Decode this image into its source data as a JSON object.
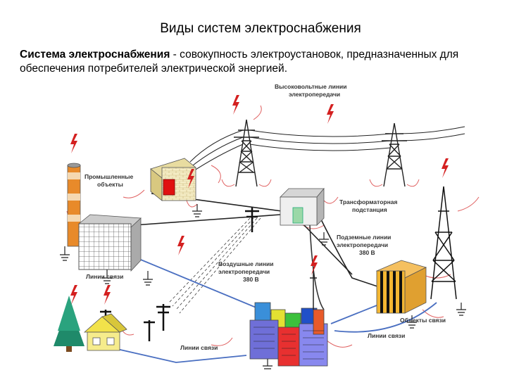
{
  "title": "Виды систем электроснабжения",
  "definition": {
    "term": "Система электроснабжения",
    "text": " - совокупность электроустановок, предназначенных для обеспечения потребителей электрической энергией."
  },
  "diagram": {
    "labels": {
      "hv_lines_1": "Высоковольтные линии",
      "hv_lines_2": "электропередачи",
      "industrial_1": "Промышленные",
      "industrial_2": "объекты",
      "substation_1": "Трансформаторная",
      "substation_2": "подстанция",
      "underground_1": "Подземные линии",
      "underground_2": "электропередачи",
      "underground_3": "380 В",
      "overhead_1": "Воздушные линии",
      "overhead_2": "электропередачи",
      "overhead_3": "380 В",
      "comm_lines_left": "Линии связи",
      "comm_objects": "Объекты связи",
      "comm_lines_right": "Линии связи",
      "comm_lines_bottom": "Линии связи"
    },
    "colors": {
      "line_dark": "#222222",
      "comm_line_blue": "#4a6fc1",
      "lightning_red": "#d42020",
      "arrow_red": "#e06060",
      "factory_yellow": "#f3e7a2",
      "chimney_orange": "#e88a2a",
      "house_yellow": "#f2e24a",
      "tree_green": "#1f8a6a",
      "comm_building_orange": "#f0a030"
    }
  }
}
